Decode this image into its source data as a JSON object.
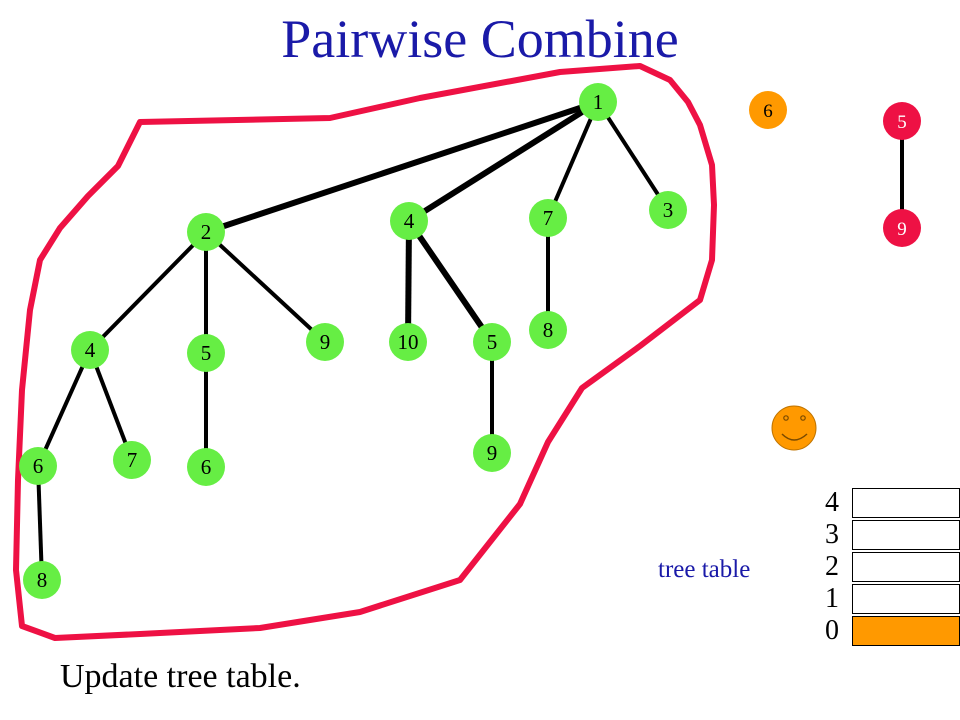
{
  "title": "Pairwise Combine",
  "caption": "Update tree table.",
  "tree_table": {
    "label": "tree table",
    "rows": [
      {
        "index": "4",
        "filled": false
      },
      {
        "index": "3",
        "filled": false
      },
      {
        "index": "2",
        "filled": false
      },
      {
        "index": "1",
        "filled": false
      },
      {
        "index": "0",
        "filled": true
      }
    ],
    "fill_color": "#ff9900"
  },
  "colors": {
    "node_green": "#66ee44",
    "node_orange": "#ff9900",
    "node_red": "#ee1144",
    "outline": "#ee1144",
    "title": "#1a1aa8"
  },
  "nodes": [
    {
      "id": "n1",
      "key": "1",
      "color": "green"
    },
    {
      "id": "n2",
      "key": "2",
      "color": "green"
    },
    {
      "id": "n4a",
      "key": "4",
      "color": "green"
    },
    {
      "id": "n7a",
      "key": "7",
      "color": "green"
    },
    {
      "id": "n3",
      "key": "3",
      "color": "green"
    },
    {
      "id": "n4b",
      "key": "4",
      "color": "green"
    },
    {
      "id": "n5a",
      "key": "5",
      "color": "green"
    },
    {
      "id": "n9a",
      "key": "9",
      "color": "green"
    },
    {
      "id": "n10",
      "key": "10",
      "color": "green"
    },
    {
      "id": "n5b",
      "key": "5",
      "color": "green"
    },
    {
      "id": "n8a",
      "key": "8",
      "color": "green"
    },
    {
      "id": "n6a",
      "key": "6",
      "color": "green"
    },
    {
      "id": "n7b",
      "key": "7",
      "color": "green"
    },
    {
      "id": "n6b",
      "key": "6",
      "color": "green"
    },
    {
      "id": "n9b",
      "key": "9",
      "color": "green"
    },
    {
      "id": "n8b",
      "key": "8",
      "color": "green"
    },
    {
      "id": "n6c",
      "key": "6",
      "color": "orange"
    },
    {
      "id": "n5c",
      "key": "5",
      "color": "red"
    },
    {
      "id": "n9c",
      "key": "9",
      "color": "red"
    }
  ],
  "edges": [
    [
      "n1",
      "n2"
    ],
    [
      "n1",
      "n4a"
    ],
    [
      "n1",
      "n7a"
    ],
    [
      "n1",
      "n3"
    ],
    [
      "n2",
      "n4b"
    ],
    [
      "n2",
      "n5a"
    ],
    [
      "n2",
      "n9a"
    ],
    [
      "n4a",
      "n10"
    ],
    [
      "n4a",
      "n5b"
    ],
    [
      "n7a",
      "n8a"
    ],
    [
      "n4b",
      "n6a"
    ],
    [
      "n4b",
      "n7b"
    ],
    [
      "n5a",
      "n6b"
    ],
    [
      "n5b",
      "n9b"
    ],
    [
      "n6a",
      "n8b"
    ],
    [
      "n5c",
      "n9c"
    ]
  ],
  "smiley_icon": "smiley-face-icon"
}
